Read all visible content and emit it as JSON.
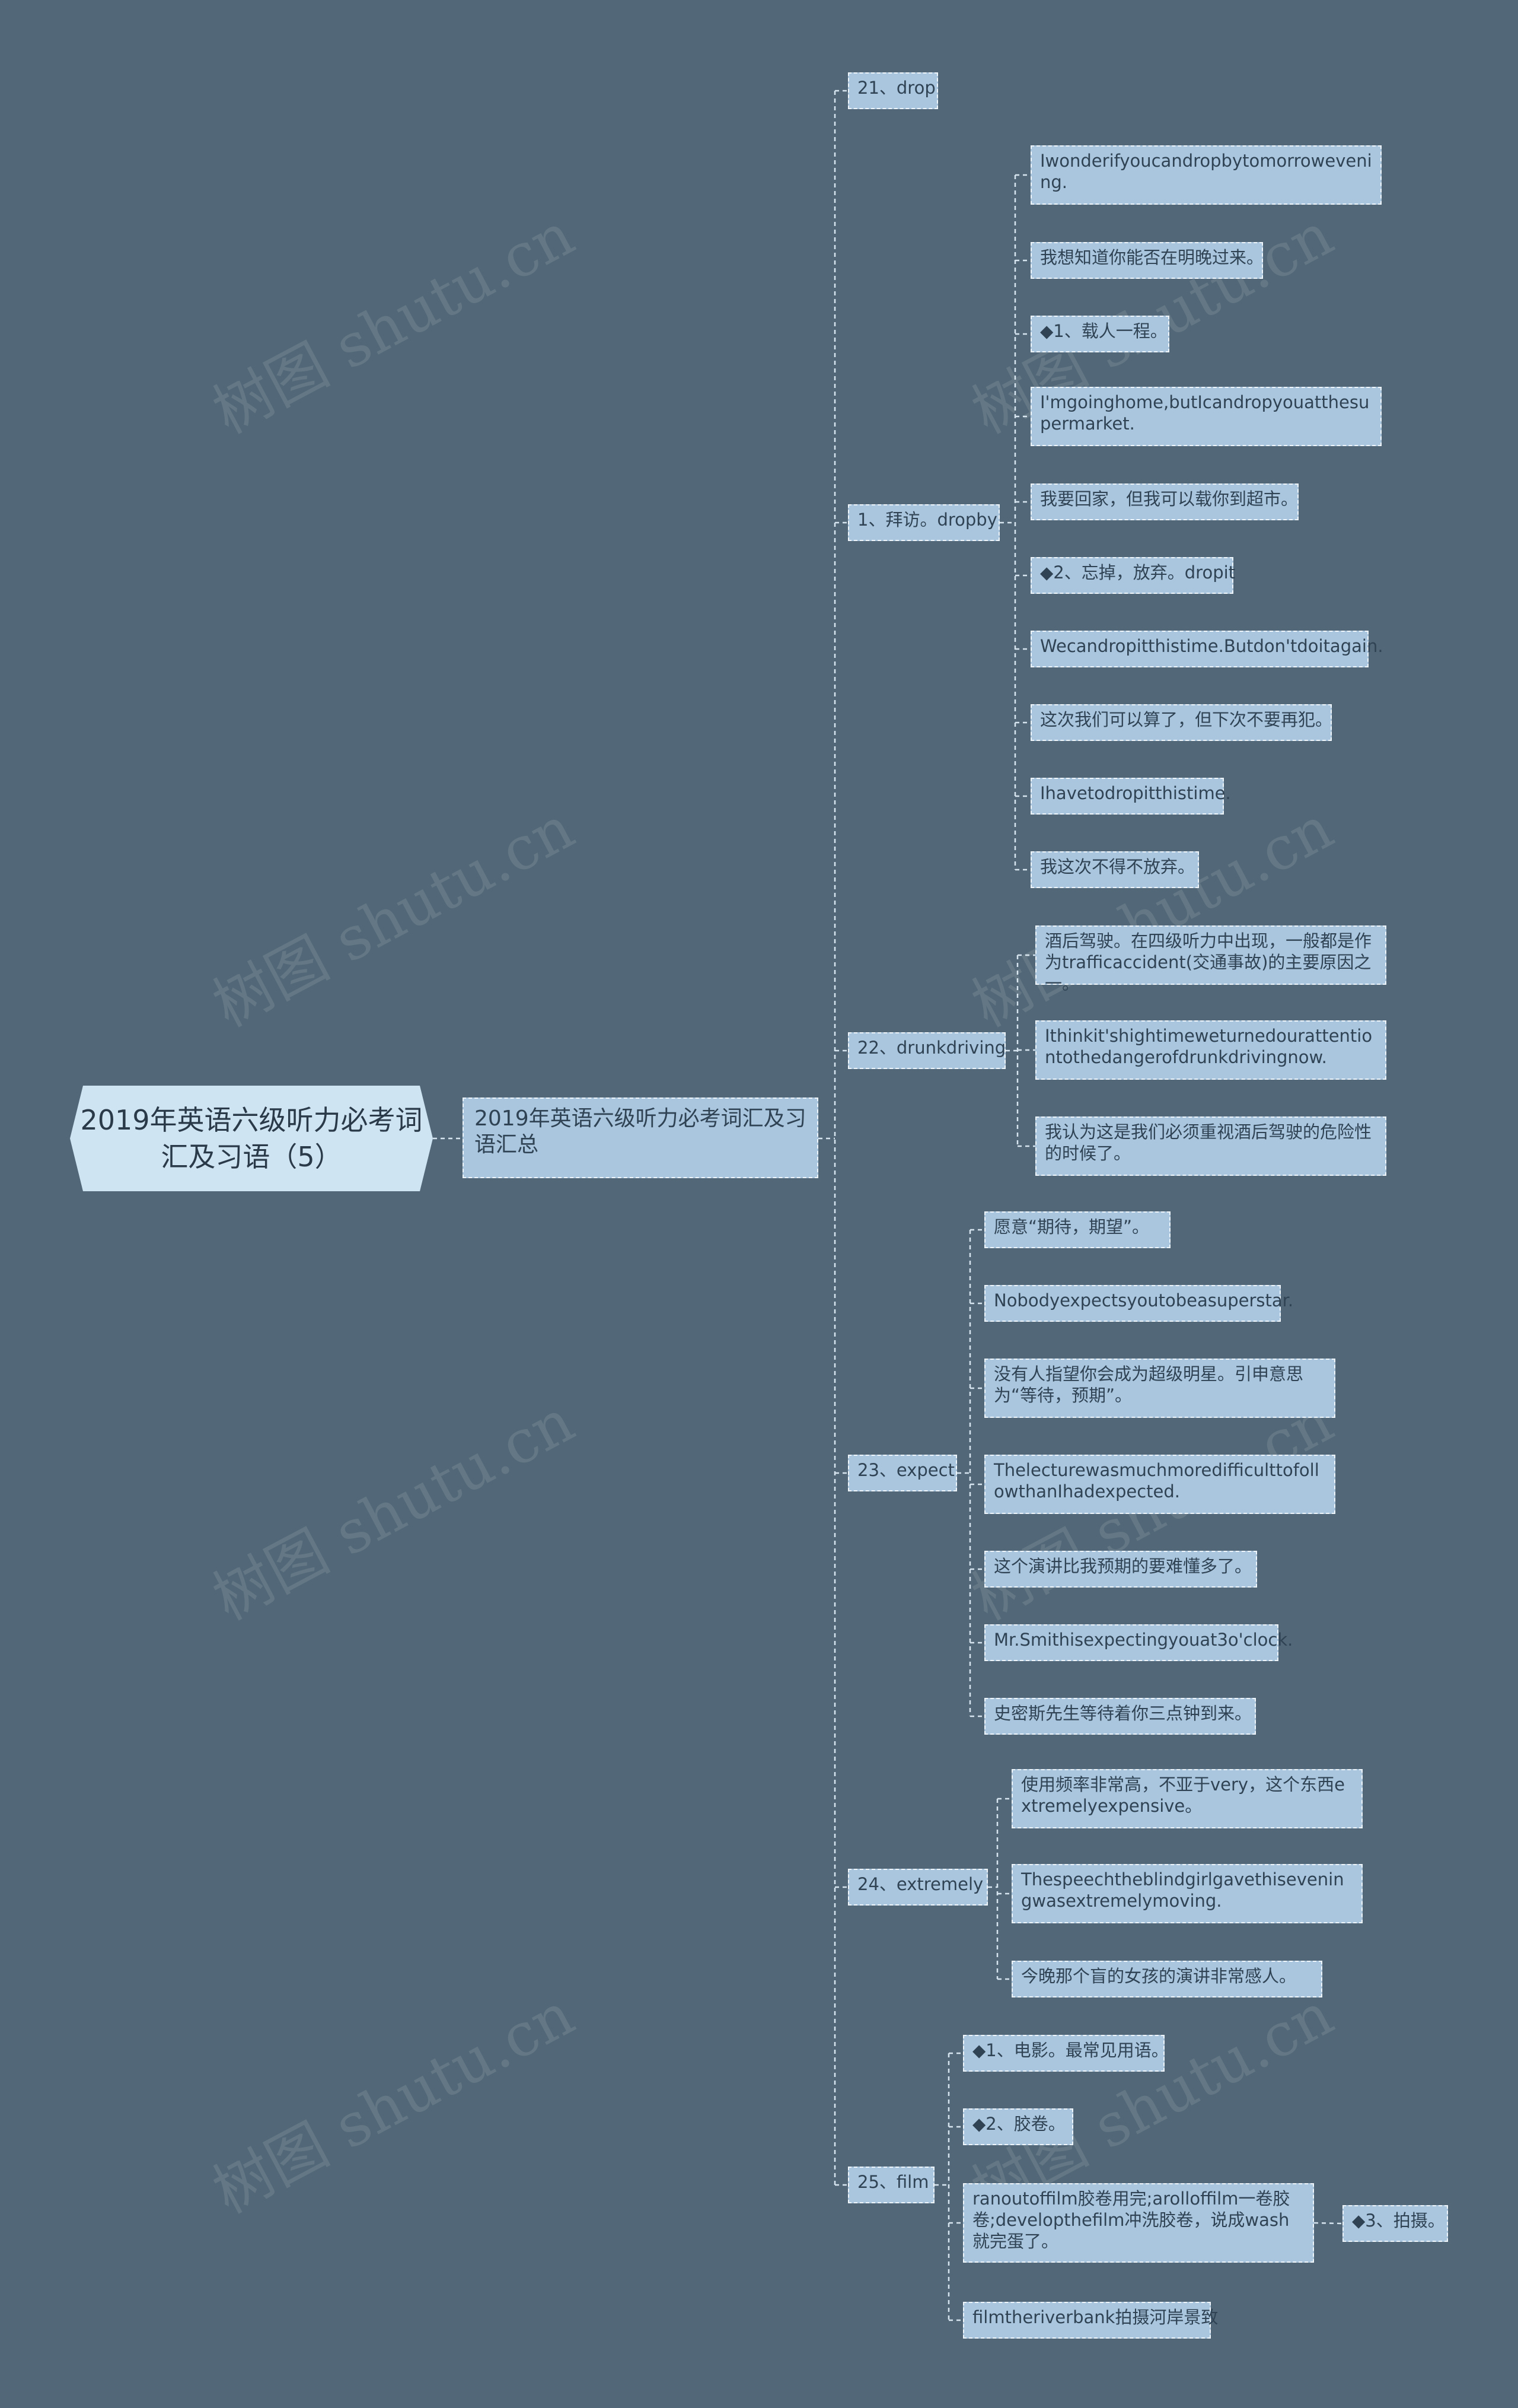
{
  "root": {
    "title": "2019年英语六级听力必考词汇及习语（5）"
  },
  "level1": {
    "label": "2019年英语六级听力必考词汇及习语汇总"
  },
  "topics": [
    {
      "label": "21、drop",
      "children": []
    },
    {
      "label": "1、拜访。dropby",
      "children": [
        {
          "label": "Iwonderifyoucandropbytomorrowevening."
        },
        {
          "label": "我想知道你能否在明晚过来。"
        },
        {
          "label": "◆1、载人一程。"
        },
        {
          "label": "I'mgoinghome,butIcandropyouatthesupermarket."
        },
        {
          "label": "我要回家，但我可以载你到超市。"
        },
        {
          "label": "◆2、忘掉，放弃。dropit"
        },
        {
          "label": "Wecandropitthistime.Butdon'tdoitagain."
        },
        {
          "label": "这次我们可以算了，但下次不要再犯。"
        },
        {
          "label": "Ihavetodropitthistime."
        },
        {
          "label": "我这次不得不放弃。"
        }
      ]
    },
    {
      "label": "22、drunkdriving",
      "children": [
        {
          "label": "酒后驾驶。在四级听力中出现，一般都是作为trafficaccident(交通事故)的主要原因之一。"
        },
        {
          "label": "Ithinkit'shightimeweturnedourattentiontothedangerofdrunkdrivingnow."
        },
        {
          "label": "我认为这是我们必须重视酒后驾驶的危险性的时候了。"
        }
      ]
    },
    {
      "label": "23、expect",
      "children": [
        {
          "label": "愿意“期待，期望”。"
        },
        {
          "label": "Nobodyexpectsyoutobeasuperstar."
        },
        {
          "label": "没有人指望你会成为超级明星。引申意思为“等待，预期”。"
        },
        {
          "label": "ThelecturewasmuchmoredifficulttofollowthanIhadexpected."
        },
        {
          "label": "这个演讲比我预期的要难懂多了。"
        },
        {
          "label": "Mr.Smithisexpectingyouat3o'clock."
        },
        {
          "label": "史密斯先生等待着你三点钟到来。"
        }
      ]
    },
    {
      "label": "24、extremely",
      "children": [
        {
          "label": "使用频率非常高，不亚于very，这个东西extremelyexpensive。"
        },
        {
          "label": "Thespeechtheblindgirlgavethiseveningwasextremelymoving."
        },
        {
          "label": "今晚那个盲的女孩的演讲非常感人。"
        }
      ]
    },
    {
      "label": "25、film",
      "children": [
        {
          "label": "◆1、电影。最常见用语。"
        },
        {
          "label": "◆2、胶卷。"
        },
        {
          "label": "ranoutoffilm胶卷用完;arolloffilm一卷胶卷;developthefilm冲洗胶卷，说成wash就完蛋了。",
          "children": [
            {
              "label": "◆3、拍摄。"
            }
          ]
        },
        {
          "label": "filmtheriverbank拍摄河岸景致"
        }
      ]
    }
  ],
  "watermark": "树图 shutu.cn",
  "colors": {
    "background": "#526878",
    "node": "#a9c6de",
    "root": "#cfe4f3",
    "line": "#d6e4ef"
  }
}
